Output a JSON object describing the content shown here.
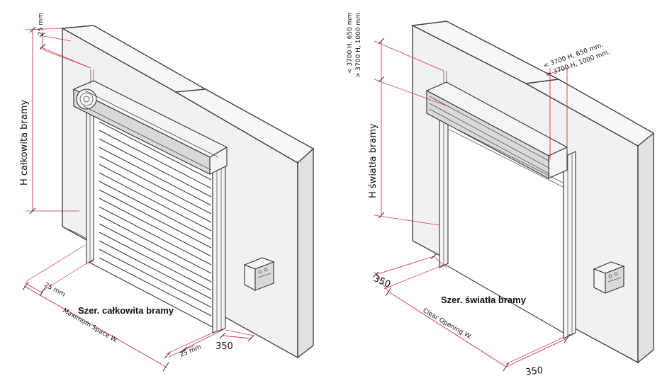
{
  "left_diagram": {
    "top_gap": "25 mm",
    "height_label": "H  całkowita bramy",
    "left_gap": "25 mm",
    "width_label": "Szer. całkowita bramy",
    "width_label_en": "Maximum Space W.",
    "right_gap": "25 mm",
    "side_space": "350"
  },
  "right_diagram": {
    "top_note_line1": "< 3700 H, 650 mm",
    "top_note_line2": "> 3700 H, 1000 mm",
    "drum_note_line1": "< 3700 H, 650 mm.",
    "drum_note_line2": "> 3700 H, 1000 mm.",
    "height_label": "H  światła bramy",
    "left_space": "350",
    "width_label": "Szer. światła bramy",
    "width_label_en": "Clear Opening W.",
    "right_space": "350"
  }
}
